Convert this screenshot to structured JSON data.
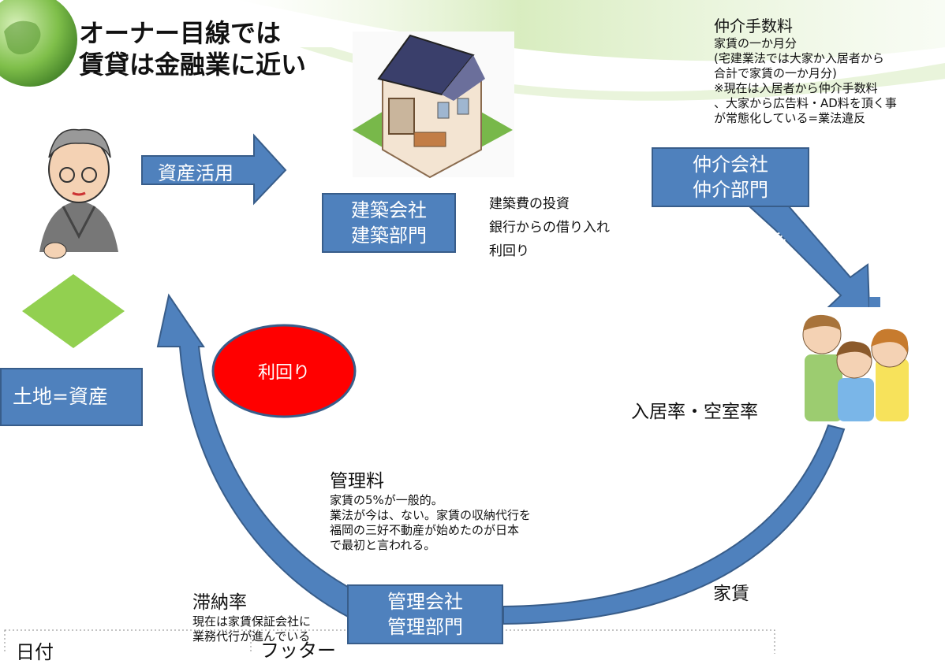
{
  "title": {
    "line1": "オーナー目線では",
    "line2": "賃貸は金融業に近い"
  },
  "arrows": {
    "asset_use": "資産活用",
    "borrow": "借りる"
  },
  "boxes": {
    "construction": {
      "line1": "建築会社",
      "line2": "建築部門"
    },
    "broker": {
      "line1": "仲介会社",
      "line2": "仲介部門"
    },
    "management": {
      "line1": "管理会社",
      "line2": "管理部門"
    },
    "land": "土地=資産"
  },
  "construction_notes": [
    "建築費の投資",
    "銀行からの借り入れ",
    "利回り"
  ],
  "broker_fee": {
    "heading": "仲介手数料",
    "lines": [
      "家賃の一か月分",
      "(宅建業法では大家か入居者から",
      "合計で家賃の一か月分)",
      "※現在は入居者から仲介手数料",
      "、大家から広告料・AD料を頂く事",
      "が常態化している=業法違反"
    ]
  },
  "yield_circle": "利回り",
  "occupancy": "入居率・空室率",
  "rent": "家賃",
  "management_fee": {
    "heading": "管理料",
    "lines": [
      "家賃の5%が一般的。",
      "業法が今は、ない。家賃の収納代行を",
      "福岡の三好不動産が始めたのが日本",
      "で最初と言われる。"
    ]
  },
  "delinquency": {
    "heading": "滞納率",
    "lines": [
      "現在は家賃保証会社に",
      "業務代行が進んでいる"
    ]
  },
  "footer": {
    "date_label": "日付",
    "footer_label": "フッター"
  },
  "colors": {
    "box_fill": "#4f81bd",
    "box_border": "#385d8a",
    "circle_fill": "#ff0000",
    "land_green": "#92d050"
  }
}
